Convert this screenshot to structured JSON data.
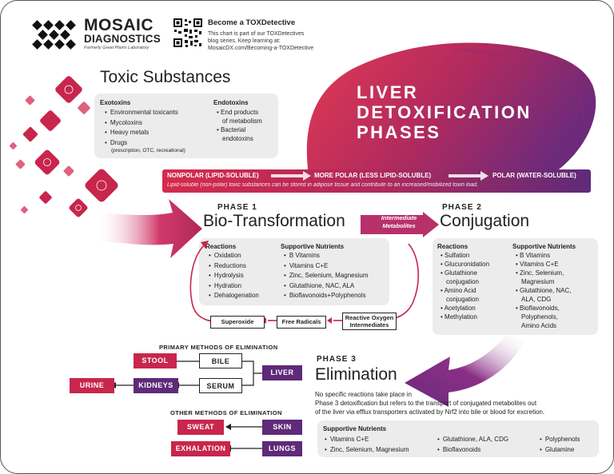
{
  "logo": {
    "name_line1": "MOSAIC",
    "name_line2": "DIAGNOSTICS",
    "tagline": "Formerly Great Plains Laboratory"
  },
  "promo": {
    "title": "Become a TOXDetective",
    "line1": "This chart is part of our TOXDetectives",
    "line2": "blog series. Keep learning at:",
    "url": "MosaicDX.com/Becoming-a-TOXDetective"
  },
  "main_title": {
    "line1": "LIVER",
    "line2": "DETOXIFICATION",
    "line3": "PHASES"
  },
  "toxic": {
    "title": "Toxic Substances",
    "exotoxins_title": "Exotoxins",
    "exotoxins": [
      "Environmental toxicants",
      "Mycotoxins",
      "Heavy metals",
      "Drugs"
    ],
    "drugs_note": "(prescription, OTC, recreational)",
    "endotoxins_title": "Endotoxins",
    "endotoxins": [
      "End products",
      "of metabolism",
      "Bacterial",
      "endotoxins"
    ]
  },
  "polarity": {
    "step1": "NONPOLAR (LIPID-SOLUBLE)",
    "step2": "MORE POLAR (LESS LIPID-SOLUBLE)",
    "step3": "POLAR (WATER-SOLUBLE)",
    "note": "Lipid-soluble (non-polar) toxic substances can be stored in adipose tissue and contribute to an increased/mobilized toxin load."
  },
  "phase1": {
    "label": "PHASE 1",
    "name": "Bio-Transformation",
    "reactions_title": "Reactions",
    "reactions": [
      "Oxidation",
      "Reductions",
      "Hydrolysis",
      "Hydration",
      "Dehalogenation"
    ],
    "nutrients_title": "Supportive Nutrients",
    "nutrients": [
      "B Vitamins",
      "Vitamins C+E",
      "Zinc, Selenium, Magnesium",
      "Glutathione, NAC, ALA",
      "Bioflavonoids+Polyphenols"
    ],
    "cycle": [
      "Superoxide",
      "Free Radicals",
      "Reactive Oxygen",
      "Intermediates"
    ]
  },
  "intermediate": {
    "line1": "Intermediate",
    "line2": "Metabolites"
  },
  "phase2": {
    "label": "PHASE 2",
    "name": "Conjugation",
    "reactions_title": "Reactions",
    "reactions": [
      "Sulfation",
      "Glucuronidation",
      "Glutathione",
      "conjugation",
      "Amino Acid",
      "conjugation",
      "Acetylation",
      "Methylation"
    ],
    "nutrients_title": "Supportive Nutrients",
    "nutrients": [
      "B Vitamins",
      "Vitamins C+E",
      "Zinc, Selenium,",
      "Magnesium",
      "Glutathione, NAC,",
      "ALA, CDG",
      "Bioflavonoids,",
      "Polyphenols,",
      "Amino Acids"
    ]
  },
  "phase3": {
    "label": "PHASE 3",
    "name": "Elimination",
    "desc1": "No specific reactions take place in",
    "desc2": "Phase 3 detoxification but refers to the transport of conjugated metabolites out",
    "desc3": "of the liver via efflux transporters activated by Nrf2 into bile or blood for excretion.",
    "nutrients_title": "Supportive Nutrients",
    "nutrients_col1": [
      "Vitamins C+E",
      "Zinc, Selenium, Magnesium"
    ],
    "nutrients_col2": [
      "Glutathione, ALA, CDG",
      "Bioflavonoids"
    ],
    "nutrients_col3": [
      "Polyphenols",
      "Glutamine"
    ]
  },
  "elimination": {
    "primary_title": "PRIMARY METHODS OF ELIMINATION",
    "stool": "STOOL",
    "bile": "BILE",
    "liver": "LIVER",
    "urine": "URINE",
    "kidneys": "KIDNEYS",
    "serum": "SERUM",
    "other_title": "OTHER METHODS OF ELIMINATION",
    "sweat": "SWEAT",
    "skin": "SKIN",
    "exhalation": "EXHALATION",
    "lungs": "LUNGS"
  },
  "colors": {
    "red": "#c8264c",
    "purple": "#5e2a79",
    "gray": "#ececec"
  }
}
